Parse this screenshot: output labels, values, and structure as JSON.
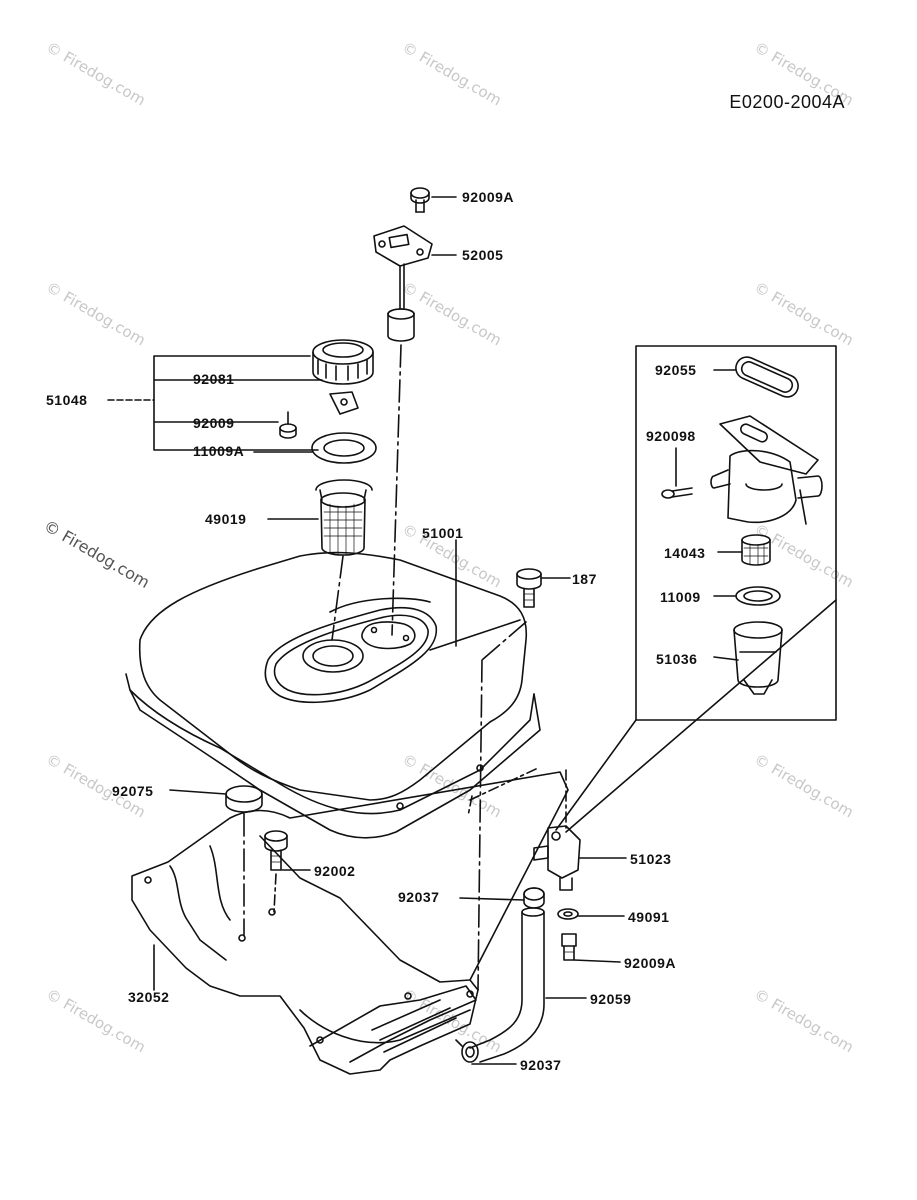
{
  "document": {
    "code": "E0200-2004A"
  },
  "watermark": {
    "text": "© Firedog.com"
  },
  "callouts": {
    "p92009A_top": "92009A",
    "p52005": "52005",
    "p92081": "92081",
    "p51048": "51048",
    "p92009": "92009",
    "p11009A": "11009A",
    "p49019": "49019",
    "p51001": "51001",
    "p187": "187",
    "p92055": "92055",
    "p920098": "920098",
    "p14043": "14043",
    "p11009": "11009",
    "p51036": "51036",
    "p92075": "92075",
    "p92002": "92002",
    "p51023": "51023",
    "p92037_mid": "92037",
    "p49091": "49091",
    "p92009A_bottom": "92009A",
    "p32052": "32052",
    "p92059": "92059",
    "p92037_bottom": "92037"
  }
}
